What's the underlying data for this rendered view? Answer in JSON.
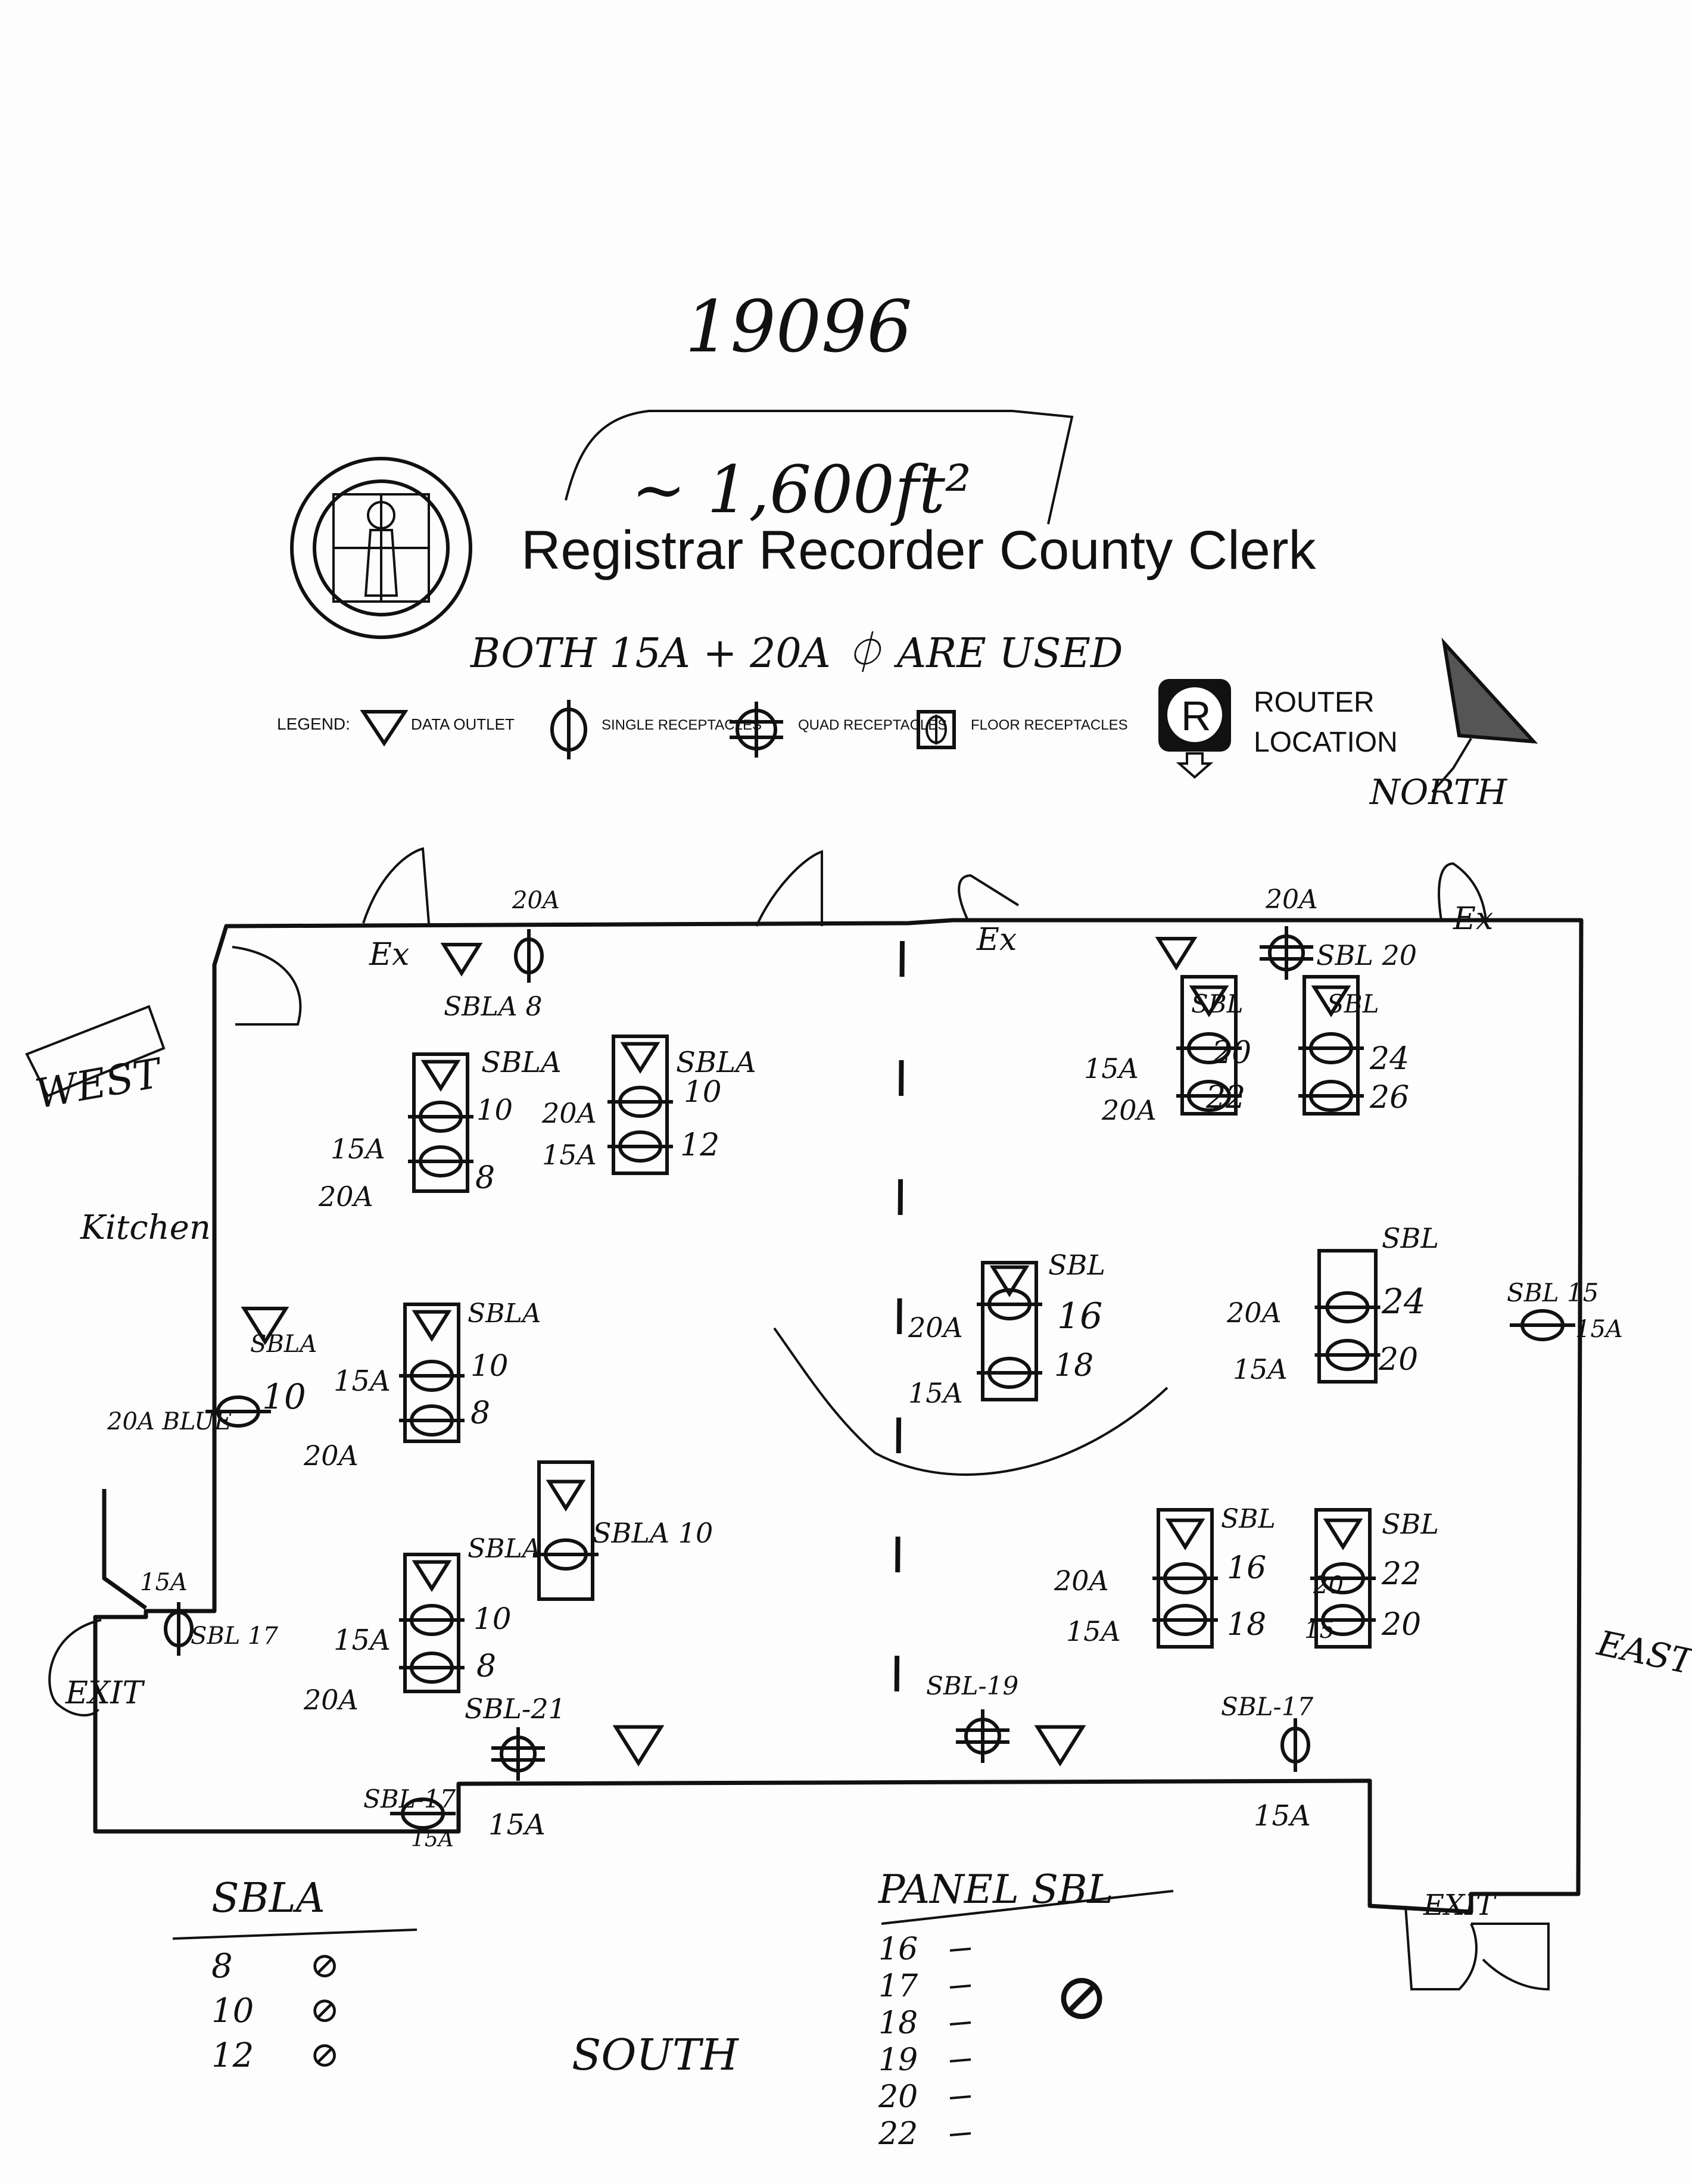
{
  "doc_number": "19096",
  "area_note": "~ 1,600ft²",
  "seal_icon": "county-seal-icon",
  "agency_title": "Registrar Recorder County Clerk",
  "receptacle_note": "BOTH 15A + 20A ⏀ ARE USED",
  "legend": {
    "heading": "LEGEND:",
    "items": [
      {
        "icon": "data-outlet-icon",
        "label": "DATA OUTLET"
      },
      {
        "icon": "single-receptacle-icon",
        "label": "SINGLE RECEPTACLES"
      },
      {
        "icon": "quad-receptacle-icon",
        "label": "QUAD RECEPTACLES"
      },
      {
        "icon": "floor-receptacle-icon",
        "label": "FLOOR RECEPTACLES"
      }
    ],
    "router_symbol": "R",
    "router_label_1": "ROUTER",
    "router_label_2": "LOCATION"
  },
  "compass": {
    "icon": "north-arrow-icon",
    "label": "NORTH"
  },
  "directions": {
    "west": "WEST",
    "east": "EAST",
    "south": "SOUTH"
  },
  "room_labels": {
    "kitchen": "Kitchen",
    "exit_west": "EXIT",
    "exit_east": "EXIT"
  },
  "door_labels": [
    "Ex",
    "Ex",
    "Ex"
  ],
  "handwritten_labels": [
    "SBLA 8",
    "20A",
    "SBLA",
    "15A",
    "10",
    "20A",
    "8",
    "SBLA",
    "10",
    "20A",
    "15A",
    "12",
    "20A",
    "SBL 20",
    "SBL",
    "SBL",
    "15A",
    "20",
    "24",
    "20A",
    "22",
    "26",
    "SBL",
    "20A",
    "16",
    "15A",
    "18",
    "SBL",
    "20A",
    "24",
    "15A",
    "20",
    "SBL 15",
    "15A",
    "SBLA",
    "20A BLUE",
    "10",
    "SBLA",
    "15A",
    "10",
    "20A",
    "8",
    "SBLA 10",
    "15A",
    "SBL 17",
    "SBLA",
    "15A",
    "10",
    "20A",
    "8",
    "SBL",
    "SBL",
    "20A",
    "16",
    "20",
    "22",
    "15A",
    "18",
    "15",
    "20",
    "SBL-21",
    "SBL-17",
    "15A",
    "15A",
    "SBL-19",
    "SBL-17",
    "15A"
  ],
  "panel_sbla": {
    "title": "SBLA",
    "rows": [
      [
        "8",
        "⊘"
      ],
      [
        "10",
        "⊘"
      ],
      [
        "12",
        "⊘"
      ]
    ]
  },
  "panel_sbl": {
    "title": "PANEL SBL",
    "rows": [
      "16",
      "17",
      "18",
      "19",
      "20",
      "22"
    ],
    "mark": "⊘"
  }
}
